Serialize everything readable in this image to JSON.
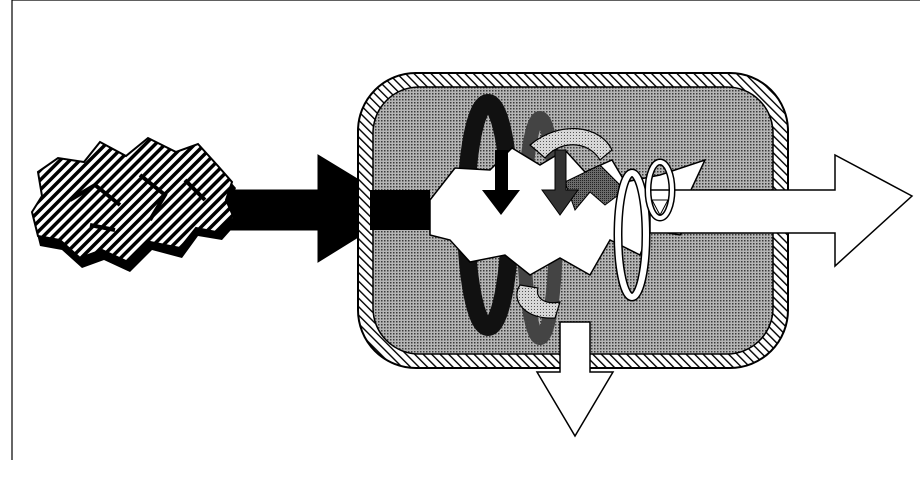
{
  "diagram": {
    "elements": [
      {
        "id": "rock-mass",
        "kind": "irregular-blob",
        "fill": "hatched-black"
      },
      {
        "id": "input-arrow",
        "kind": "arrow",
        "direction": "right",
        "fill": "#000000"
      },
      {
        "id": "vessel",
        "kind": "rounded-container",
        "fill": "dotted-gray",
        "border": "hatched"
      },
      {
        "id": "rotation-arrow-dark",
        "kind": "curved-arrow",
        "fill": "#111111"
      },
      {
        "id": "rotation-arrow-mid",
        "kind": "curved-arrow",
        "fill": "#4a4a4a"
      },
      {
        "id": "rotation-arrow-light",
        "kind": "curved-arrow",
        "fill": "#9a9a9a"
      },
      {
        "id": "rotation-arrow-white",
        "kind": "curved-arrow",
        "fill": "#ffffff"
      },
      {
        "id": "output-arrow-right",
        "kind": "arrow",
        "direction": "right",
        "fill": "#ffffff"
      },
      {
        "id": "output-arrow-down",
        "kind": "arrow",
        "direction": "down",
        "fill": "#ffffff"
      }
    ],
    "colors": {
      "background": "#ffffff",
      "outline": "#000000",
      "vessel_fill": "#8c8c8c",
      "hatch": "#000000"
    }
  }
}
